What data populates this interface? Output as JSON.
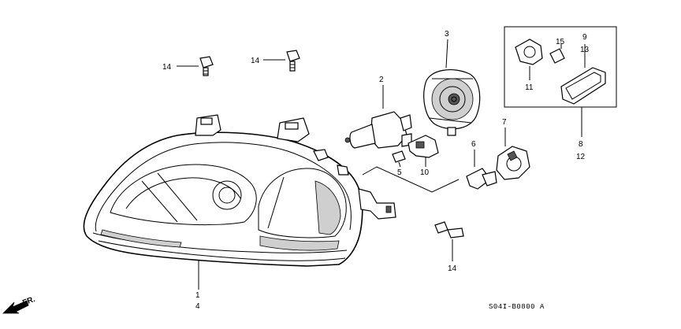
{
  "callouts": {
    "c1": "1",
    "c4": "4",
    "c2": "2",
    "c3": "3",
    "c5": "5",
    "c10": "10",
    "c6": "6",
    "c7": "7",
    "c8": "8",
    "c12": "12",
    "c9": "9",
    "c13": "13",
    "c15": "15",
    "c11": "11",
    "c14a": "14",
    "c14b": "14",
    "c14c": "14"
  },
  "direction_label": "FR.",
  "diagram_code": "S04I-B0800 A"
}
